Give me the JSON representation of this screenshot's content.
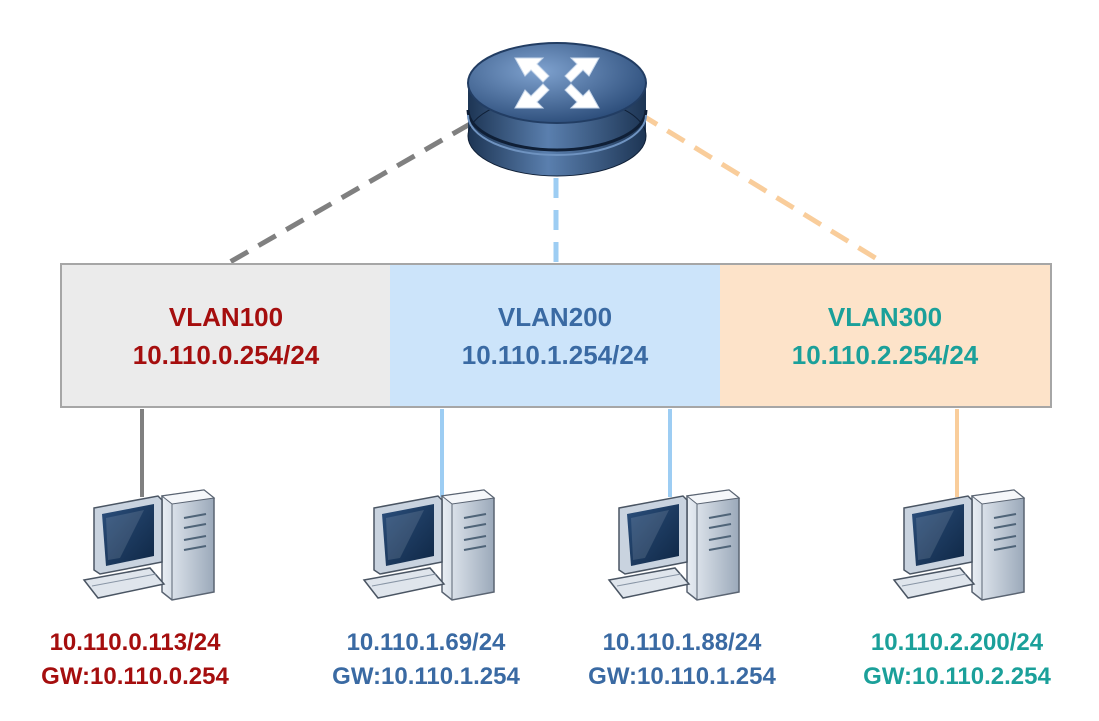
{
  "vlans": [
    {
      "name": "VLAN100",
      "gateway": "10.110.0.254/24",
      "color": "#a50e0e",
      "fill": "#ebebeb",
      "link_color": "#808080"
    },
    {
      "name": "VLAN200",
      "gateway": "10.110.1.254/24",
      "color": "#3a6aa3",
      "fill": "#cce4fa",
      "link_color": "#9dcdf3"
    },
    {
      "name": "VLAN300",
      "gateway": "10.110.2.254/24",
      "color": "#1ba09a",
      "fill": "#fde3c9",
      "link_color": "#f9cd9b"
    }
  ],
  "hosts": [
    {
      "ip": "10.110.0.113/24",
      "gw": "GW:10.110.0.254",
      "vlan": "VLAN100"
    },
    {
      "ip": "10.110.1.69/24",
      "gw": "GW:10.110.1.254",
      "vlan": "VLAN200"
    },
    {
      "ip": "10.110.1.88/24",
      "gw": "GW:10.110.1.254",
      "vlan": "VLAN200"
    },
    {
      "ip": "10.110.2.200/24",
      "gw": "GW:10.110.2.254",
      "vlan": "VLAN300"
    }
  ],
  "icons": {
    "router": "router-icon",
    "host": "desktop-computer-icon"
  }
}
